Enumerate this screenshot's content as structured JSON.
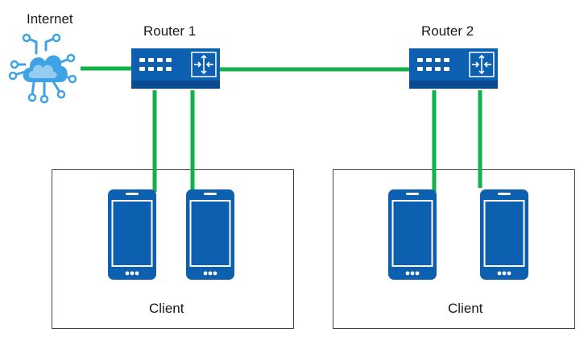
{
  "colors": {
    "link": "#12b04a",
    "device": "#0d5fb0",
    "device_dark": "#0a4a8e",
    "cloud": "#3fa2e6",
    "frame": "#444444"
  },
  "internet": {
    "label": "Internet",
    "icon": "cloud-network-icon"
  },
  "routers": [
    {
      "label": "Router 1",
      "icon": "router-icon"
    },
    {
      "label": "Router 2",
      "icon": "router-icon"
    }
  ],
  "client_groups": [
    {
      "label": "Client",
      "devices": [
        "smartphone-icon",
        "smartphone-icon"
      ]
    },
    {
      "label": "Client",
      "devices": [
        "smartphone-icon",
        "smartphone-icon"
      ]
    }
  ]
}
